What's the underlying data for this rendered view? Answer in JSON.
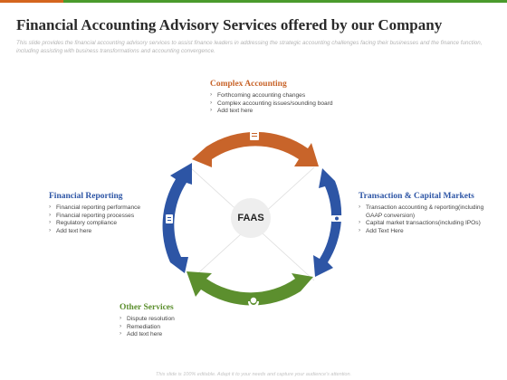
{
  "title": "Financial Accounting Advisory Services offered by our Company",
  "subtitle": "This slide provides the financial accounting advisory services to assist finance leaders in addressing the strategic accounting challenges facing their businesses and the finance function, including assisting with business transformations and accounting convergence.",
  "center_label": "FAAS",
  "colors": {
    "orange": "#c8642a",
    "blue": "#2d55a5",
    "green": "#5c8f2e",
    "center": "#eeeeee"
  },
  "sections": {
    "top": {
      "heading": "Complex Accounting",
      "icon": "document-icon",
      "items": [
        "Forthcoming accounting changes",
        "Complex accounting issues/sounding board",
        "Add text here"
      ]
    },
    "left": {
      "heading": "Financial Reporting",
      "icon": "report-icon",
      "items": [
        "Financial reporting performance",
        "Financial reporting processes",
        "Regulatory compliance",
        "Add text here"
      ]
    },
    "right": {
      "heading": "Transaction & Capital Markets",
      "icon": "transaction-icon",
      "items": [
        "Transaction accounting & reporting(including GAAP conversion)",
        "Capital market transactions(including IPOs)",
        "Add Text Here"
      ]
    },
    "bottom": {
      "heading": "Other Services",
      "icon": "hands-icon",
      "items": [
        "Dispute resolution",
        "Remediation",
        "Add text here"
      ]
    }
  },
  "footer": "This slide is 100% editable. Adapt it to your needs and capture your audience's attention."
}
